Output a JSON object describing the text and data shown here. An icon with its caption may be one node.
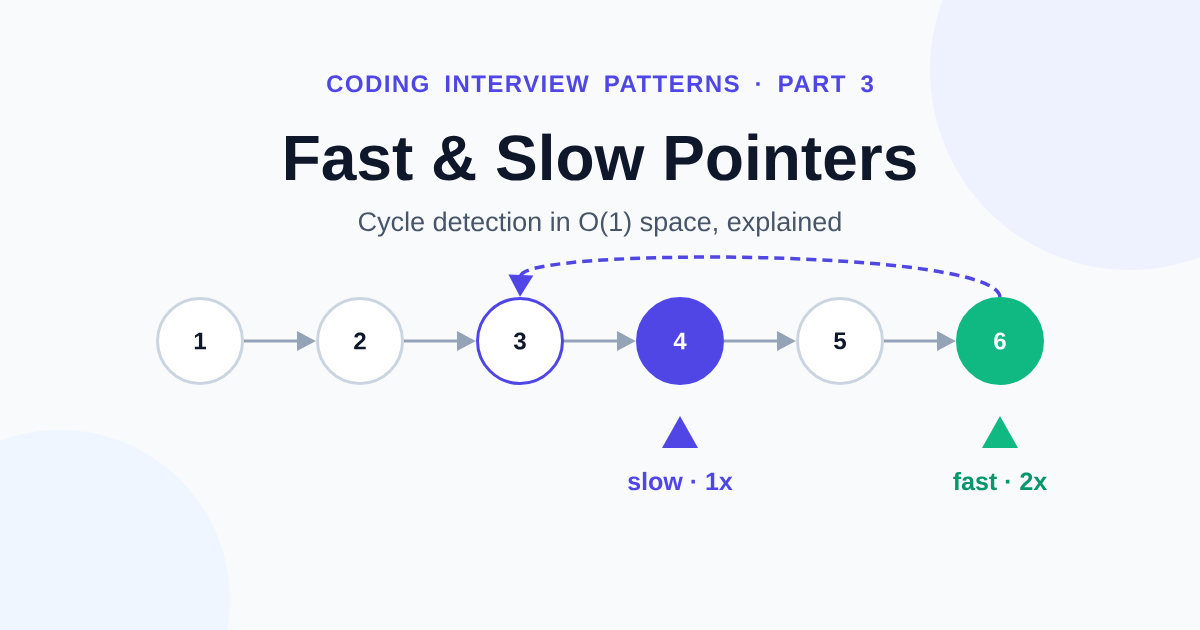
{
  "diagram": {
    "title": "Fast & Slow Pointers",
    "caption": "Cycle detection in O(1) space, explained",
    "nodes": [
      {
        "text": [
          "1"
        ]
      },
      {
        "text": [
          "2"
        ]
      },
      {
        "text": [
          "3"
        ]
      },
      {
        "text": [
          "4"
        ]
      },
      {
        "text": [
          "5"
        ]
      },
      {
        "text": [
          "6"
        ]
      }
    ],
    "edges": [
      {
        "from": 0,
        "to": 1,
        "arrow": "to"
      },
      {
        "from": 1,
        "to": 2,
        "arrow": "to"
      },
      {
        "from": 2,
        "to": 3,
        "arrow": "to"
      },
      {
        "from": 3,
        "to": 4,
        "arrow": "to"
      },
      {
        "from": 4,
        "to": 5,
        "arrow": "to"
      },
      {
        "from": 5,
        "to": 2,
        "arrow": "to",
        "style": "dashed",
        "color": "#4f46e5"
      }
    ],
    "labels": [
      "CODING INTERVIEW PATTERNS · PART 3",
      "slow · 1x",
      "fast · 2x"
    ]
  }
}
